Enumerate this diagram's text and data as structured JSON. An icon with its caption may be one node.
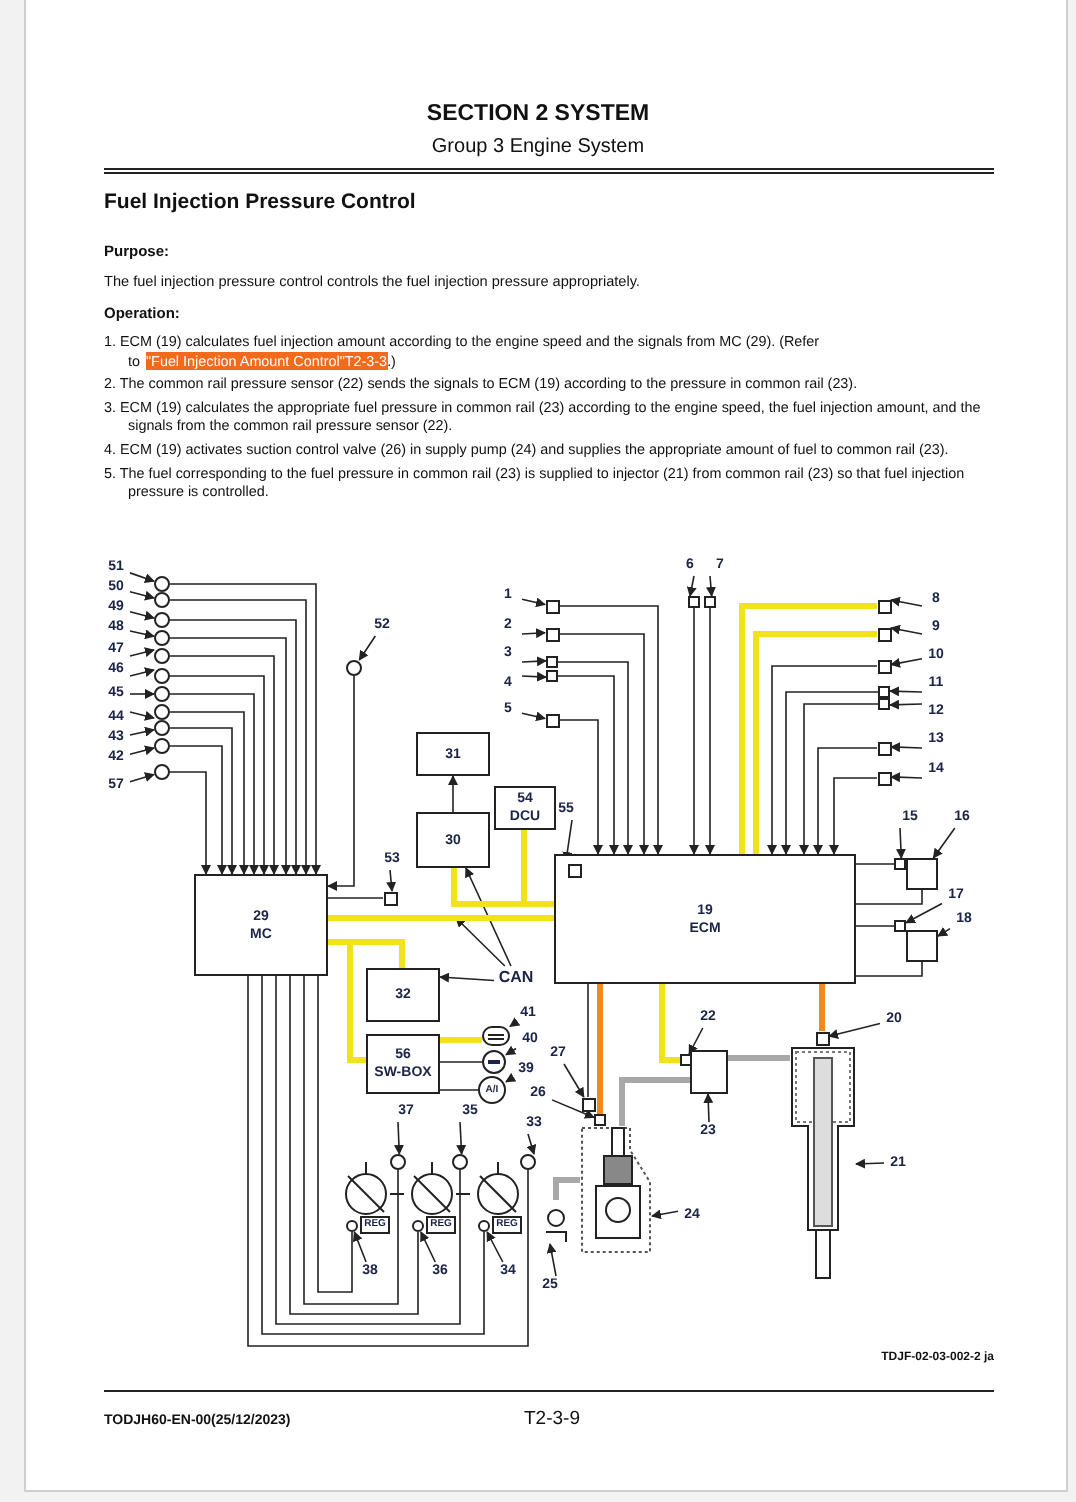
{
  "diagram": {
    "title": "SECTION 2 SYSTEM",
    "nodes": [
      {
        "text": [
          "29",
          "MC"
        ]
      },
      {
        "text": [
          "31"
        ]
      },
      {
        "text": [
          "30"
        ]
      },
      {
        "text": [
          "54",
          "DCU"
        ]
      },
      {
        "text": [
          "19",
          "ECM"
        ]
      },
      {
        "text": [
          "32"
        ]
      },
      {
        "text": [
          "56",
          "SW-BOX"
        ]
      },
      {
        "text": [],
        "shape": "circle"
      },
      {
        "text": [
          "51"
        ]
      },
      {
        "text": [],
        "shape": "circle"
      },
      {
        "text": [
          "50"
        ]
      },
      {
        "text": [],
        "shape": "circle"
      },
      {
        "text": [
          "49"
        ]
      },
      {
        "text": [],
        "shape": "circle"
      },
      {
        "text": [
          "48"
        ]
      },
      {
        "text": [],
        "shape": "circle"
      },
      {
        "text": [
          "47"
        ]
      },
      {
        "text": [],
        "shape": "circle"
      },
      {
        "text": [
          "46"
        ]
      },
      {
        "text": [],
        "shape": "circle"
      },
      {
        "text": [
          "45"
        ]
      },
      {
        "text": [],
        "shape": "circle"
      },
      {
        "text": [
          "44"
        ]
      },
      {
        "text": [],
        "shape": "circle"
      },
      {
        "text": [
          "43"
        ]
      },
      {
        "text": [],
        "shape": "circle"
      },
      {
        "text": [
          "42"
        ]
      },
      {
        "text": [],
        "shape": "circle"
      },
      {
        "text": [
          "57"
        ]
      },
      {
        "text": [],
        "shape": "circle"
      },
      {
        "text": [
          "52"
        ]
      },
      {
        "text": [],
        "shape": "box"
      },
      {
        "text": [
          "53"
        ]
      },
      {
        "text": [],
        "shape": "box"
      },
      {
        "text": [
          "1"
        ]
      },
      {
        "text": [],
        "shape": "box"
      },
      {
        "text": [
          "2"
        ]
      },
      {
        "text": [],
        "shape": "box"
      },
      {
        "text": [
          "3"
        ]
      },
      {
        "text": [],
        "shape": "box"
      },
      {
        "text": [
          "4"
        ]
      },
      {
        "text": [],
        "shape": "box"
      },
      {
        "text": [
          "5"
        ]
      },
      {
        "text": [],
        "shape": "box"
      },
      {
        "text": [
          "6"
        ]
      },
      {
        "text": [],
        "shape": "box"
      },
      {
        "text": [
          "7"
        ]
      },
      {
        "text": [],
        "shape": "box"
      },
      {
        "text": [
          "8"
        ]
      },
      {
        "text": [],
        "shape": "box"
      },
      {
        "text": [
          "9"
        ]
      },
      {
        "text": [],
        "shape": "box"
      },
      {
        "text": [
          "10"
        ]
      },
      {
        "text": [],
        "shape": "box"
      },
      {
        "text": [
          "11"
        ]
      },
      {
        "text": [],
        "shape": "box"
      },
      {
        "text": [
          "12"
        ]
      },
      {
        "text": [],
        "shape": "box"
      },
      {
        "text": [
          "13"
        ]
      },
      {
        "text": [],
        "shape": "box"
      },
      {
        "text": [
          "14"
        ]
      },
      {
        "text": [],
        "shape": "box"
      },
      {
        "text": [
          "15"
        ]
      },
      {
        "text": [],
        "shape": "box"
      },
      {
        "text": [
          "16"
        ]
      },
      {
        "text": [],
        "shape": "box"
      },
      {
        "text": [
          "17"
        ]
      },
      {
        "text": [],
        "shape": "box"
      },
      {
        "text": [
          "18"
        ]
      },
      {
        "text": [],
        "shape": "box",
        "in": 4
      },
      {
        "text": [
          "55"
        ]
      },
      {
        "text": [],
        "shape": "box"
      },
      {
        "text": [
          "20"
        ]
      },
      {
        "text": [],
        "shape": "picture"
      },
      {
        "text": [
          "21"
        ]
      },
      {
        "text": [],
        "shape": "box"
      },
      {
        "text": [
          "22"
        ]
      },
      {
        "text": [],
        "shape": "box"
      },
      {
        "text": [
          "23"
        ]
      },
      {
        "text": [],
        "shape": "picture"
      },
      {
        "text": [
          "24"
        ]
      },
      {
        "text": [],
        "shape": "picture"
      },
      {
        "text": [
          "25"
        ]
      },
      {
        "text": [],
        "shape": "box"
      },
      {
        "text": [
          "26"
        ]
      },
      {
        "text": [],
        "shape": "box"
      },
      {
        "text": [
          "27"
        ]
      },
      {
        "text": [],
        "shape": "circle"
      },
      {
        "text": [
          "41"
        ]
      },
      {
        "text": [],
        "shape": "circle"
      },
      {
        "text": [
          "40"
        ]
      },
      {
        "text": [
          "A/I"
        ]
      },
      {
        "text": [
          "39"
        ]
      },
      {
        "text": [],
        "shape": "circle"
      },
      {
        "text": [
          "37"
        ]
      },
      {
        "text": [],
        "shape": "circle"
      },
      {
        "text": [
          "35"
        ]
      },
      {
        "text": [],
        "shape": "circle"
      },
      {
        "text": [
          "33"
        ]
      },
      {
        "text": [],
        "shape": "circle"
      },
      {
        "text": [
          "38"
        ]
      },
      {
        "text": [],
        "shape": "circle"
      },
      {
        "text": [
          "36"
        ]
      },
      {
        "text": [],
        "shape": "circle"
      },
      {
        "text": [
          "34"
        ]
      },
      {
        "text": [
          "REG"
        ]
      },
      {
        "text": [
          "REG"
        ]
      },
      {
        "text": [
          "REG"
        ]
      },
      {
        "text": [
          "CAN"
        ]
      }
    ],
    "edges": [
      {
        "from": 8,
        "to": 7,
        "arrow": "to"
      },
      {
        "from": 10,
        "to": 9,
        "arrow": "to"
      },
      {
        "from": 12,
        "to": 11,
        "arrow": "to"
      },
      {
        "from": 14,
        "to": 13,
        "arrow": "to"
      },
      {
        "from": 16,
        "to": 15,
        "arrow": "to"
      },
      {
        "from": 18,
        "to": 17,
        "arrow": "to"
      },
      {
        "from": 20,
        "to": 19,
        "arrow": "to"
      },
      {
        "from": 22,
        "to": 21,
        "arrow": "to"
      },
      {
        "from": 24,
        "to": 23,
        "arrow": "to"
      },
      {
        "from": 26,
        "to": 25,
        "arrow": "to"
      },
      {
        "from": 28,
        "to": 27,
        "arrow": "to"
      },
      {
        "from": 30,
        "to": 29,
        "arrow": "to"
      },
      {
        "from": 32,
        "to": 31,
        "arrow": "to"
      },
      {
        "from": 34,
        "to": 33,
        "arrow": "to"
      },
      {
        "from": 36,
        "to": 35,
        "arrow": "to"
      },
      {
        "from": 38,
        "to": 37,
        "arrow": "to"
      },
      {
        "from": 40,
        "to": 39,
        "arrow": "to"
      },
      {
        "from": 42,
        "to": 41,
        "arrow": "to"
      },
      {
        "from": 44,
        "to": 43,
        "arrow": "to"
      },
      {
        "from": 46,
        "to": 45,
        "arrow": "to"
      },
      {
        "from": 48,
        "to": 47,
        "arrow": "to"
      },
      {
        "from": 50,
        "to": 49,
        "arrow": "to"
      },
      {
        "from": 52,
        "to": 51,
        "arrow": "to"
      },
      {
        "from": 54,
        "to": 53,
        "arrow": "to"
      },
      {
        "from": 56,
        "to": 55,
        "arrow": "to"
      },
      {
        "from": 58,
        "to": 57,
        "arrow": "to"
      },
      {
        "from": 60,
        "to": 59,
        "arrow": "to"
      },
      {
        "from": 62,
        "to": 61,
        "arrow": "to"
      },
      {
        "from": 64,
        "to": 63,
        "arrow": "to"
      },
      {
        "from": 66,
        "to": 65,
        "arrow": "to"
      },
      {
        "from": 68,
        "to": 67,
        "arrow": "to"
      },
      {
        "from": 70,
        "to": 69,
        "arrow": "to"
      },
      {
        "from": 72,
        "to": 71,
        "arrow": "to"
      },
      {
        "from": 74,
        "to": 73,
        "arrow": "to"
      },
      {
        "from": 76,
        "to": 75,
        "arrow": "to"
      },
      {
        "from": 78,
        "to": 77,
        "arrow": "to"
      },
      {
        "from": 80,
        "to": 79,
        "arrow": "to"
      },
      {
        "from": 82,
        "to": 81,
        "arrow": "to"
      },
      {
        "from": 84,
        "to": 83,
        "arrow": "to"
      },
      {
        "from": 86,
        "to": 85,
        "arrow": "to"
      },
      {
        "from": 88,
        "to": 87,
        "arrow": "to"
      },
      {
        "from": 90,
        "to": 89,
        "arrow": "to"
      },
      {
        "from": 92,
        "to": 91,
        "arrow": "to"
      },
      {
        "from": 94,
        "to": 93,
        "arrow": "to"
      },
      {
        "from": 96,
        "to": 95,
        "arrow": "to"
      },
      {
        "from": 98,
        "to": 97,
        "arrow": "to"
      },
      {
        "from": 100,
        "to": 99,
        "arrow": "to"
      },
      {
        "from": 102,
        "to": 101,
        "arrow": "to"
      },
      {
        "from": 104,
        "to": 103,
        "arrow": "to"
      },
      {
        "from": 108,
        "to": 2,
        "arrow": "to"
      },
      {
        "from": 108,
        "to": null,
        "arrow": "to"
      },
      {
        "from": 108,
        "to": 5,
        "arrow": "to"
      },
      {
        "from": 7,
        "to": 0,
        "arrow": "to"
      },
      {
        "from": 9,
        "to": 0,
        "arrow": "to"
      },
      {
        "from": 11,
        "to": 0,
        "arrow": "to"
      },
      {
        "from": 13,
        "to": 0,
        "arrow": "to"
      },
      {
        "from": 15,
        "to": 0,
        "arrow": "to"
      },
      {
        "from": 17,
        "to": 0,
        "arrow": "to"
      },
      {
        "from": 19,
        "to": 0,
        "arrow": "to"
      },
      {
        "from": 21,
        "to": 0,
        "arrow": "to"
      },
      {
        "from": 23,
        "to": 0,
        "arrow": "to"
      },
      {
        "from": 25,
        "to": 0,
        "arrow": "to"
      },
      {
        "from": 27,
        "to": 0,
        "arrow": "to"
      },
      {
        "from": 29,
        "to": 0,
        "arrow": "to"
      },
      {
        "from": 0,
        "to": 31,
        "arrow": "none"
      },
      {
        "from": 2,
        "to": 1,
        "arrow": "to"
      },
      {
        "from": 33,
        "to": 4,
        "arrow": "to"
      },
      {
        "from": 35,
        "to": 4,
        "arrow": "to"
      },
      {
        "from": 37,
        "to": 4,
        "arrow": "to"
      },
      {
        "from": 39,
        "to": 4,
        "arrow": "to"
      },
      {
        "from": 41,
        "to": 4,
        "arrow": "to"
      },
      {
        "from": 43,
        "to": 4,
        "arrow": "to"
      },
      {
        "from": 45,
        "to": 4,
        "arrow": "to"
      },
      {
        "from": 47,
        "to": 4,
        "arrow": "none",
        "style": "thick",
        "color": "#f2e21b"
      },
      {
        "from": 49,
        "to": 4,
        "arrow": "none",
        "style": "thick",
        "color": "#f2e21b"
      },
      {
        "from": 51,
        "to": 4,
        "arrow": "to"
      },
      {
        "from": 53,
        "to": 4,
        "arrow": "to"
      },
      {
        "from": 55,
        "to": 4,
        "arrow": "to"
      },
      {
        "from": 57,
        "to": 4,
        "arrow": "to"
      },
      {
        "from": 59,
        "to": 4,
        "arrow": "to"
      },
      {
        "from": 4,
        "to": 61,
        "arrow": "none"
      },
      {
        "from": 4,
        "to": 63,
        "arrow": "none"
      },
      {
        "from": 4,
        "to": 65,
        "arrow": "none"
      },
      {
        "from": 4,
        "to": 67,
        "arrow": "none"
      },
      {
        "from": 0,
        "to": 4,
        "arrow": "none",
        "style": "thick",
        "color": "#f2e21b"
      },
      {
        "from": 2,
        "to": 4,
        "arrow": "none",
        "style": "thick",
        "color": "#f2e21b"
      },
      {
        "from": 3,
        "to": 4,
        "arrow": "none",
        "style": "thick",
        "color": "#f2e21b"
      },
      {
        "from": 0,
        "to": 5,
        "arrow": "none",
        "style": "thick",
        "color": "#f2e21b"
      },
      {
        "from": 0,
        "to": 6,
        "arrow": "none",
        "style": "thick",
        "color": "#f2e21b"
      },
      {
        "from": 6,
        "to": 87,
        "arrow": "none",
        "style": "thick",
        "color": "#f2e21b"
      },
      {
        "from": 6,
        "to": 89,
        "arrow": "none"
      },
      {
        "from": 6,
        "to": 91,
        "arrow": "none"
      },
      {
        "from": 4,
        "to": 71,
        "arrow": "none",
        "style": "thick",
        "color": "#f08a1c"
      },
      {
        "from": 4,
        "to": 75,
        "arrow": "none",
        "style": "thick",
        "color": "#f2e21b"
      },
      {
        "from": 4,
        "to": 85,
        "arrow": "none"
      },
      {
        "from": 4,
        "to": 83,
        "arrow": "none",
        "style": "thick",
        "color": "#f08a1c"
      },
      {
        "from": 81,
        "to": 79,
        "arrow": "none",
        "style": "thick",
        "color": "#a8a8a8"
      },
      {
        "from": 79,
        "to": 77,
        "arrow": "none",
        "style": "thick",
        "color": "#a8a8a8"
      },
      {
        "from": 77,
        "to": 73,
        "arrow": "none",
        "style": "thick",
        "color": "#a8a8a8"
      },
      {
        "from": 0,
        "to": 97,
        "arrow": "none"
      },
      {
        "from": 0,
        "to": 103,
        "arrow": "none"
      },
      {
        "from": 0,
        "to": 95,
        "arrow": "none"
      },
      {
        "from": 0,
        "to": 101,
        "arrow": "none"
      },
      {
        "from": 0,
        "to": 93,
        "arrow": "none"
      },
      {
        "from": 0,
        "to": 99,
        "arrow": "none"
      }
    ],
    "labels": [
      "Group 3 Engine System",
      "Fuel Injection Pressure Control",
      "Purpose:",
      "The fuel injection pressure control controls the fuel injection pressure appropriately.",
      "Operation:",
      "1. ECM (19) calculates fuel injection amount according to the engine speed and the signals from MC (29). (Refer to",
      "\"Fuel Injection Amount Control\"T2-3-3",
      ".)",
      "2. The common rail pressure sensor (22) sends the signals to ECM (19) according to the pressure in common rail (23).",
      "3. ECM (19) calculates the appropriate fuel pressure in common rail (23) according to the engine speed, the fuel injection amount, and the signals from the common rail pressure sensor (22).",
      "4. ECM (19) activates suction control valve (26) in supply pump (24) and supplies the appropriate amount of fuel to common rail (23).",
      "5. The fuel corresponding to the fuel pressure in common rail (23) is supplied to injector (21) from common rail (23) so that fuel injection pressure is controlled.",
      "TDJF-02-03-002-2 ja",
      "TODJH60-EN-00(25/12/2023)",
      "T2-3-9"
    ]
  }
}
